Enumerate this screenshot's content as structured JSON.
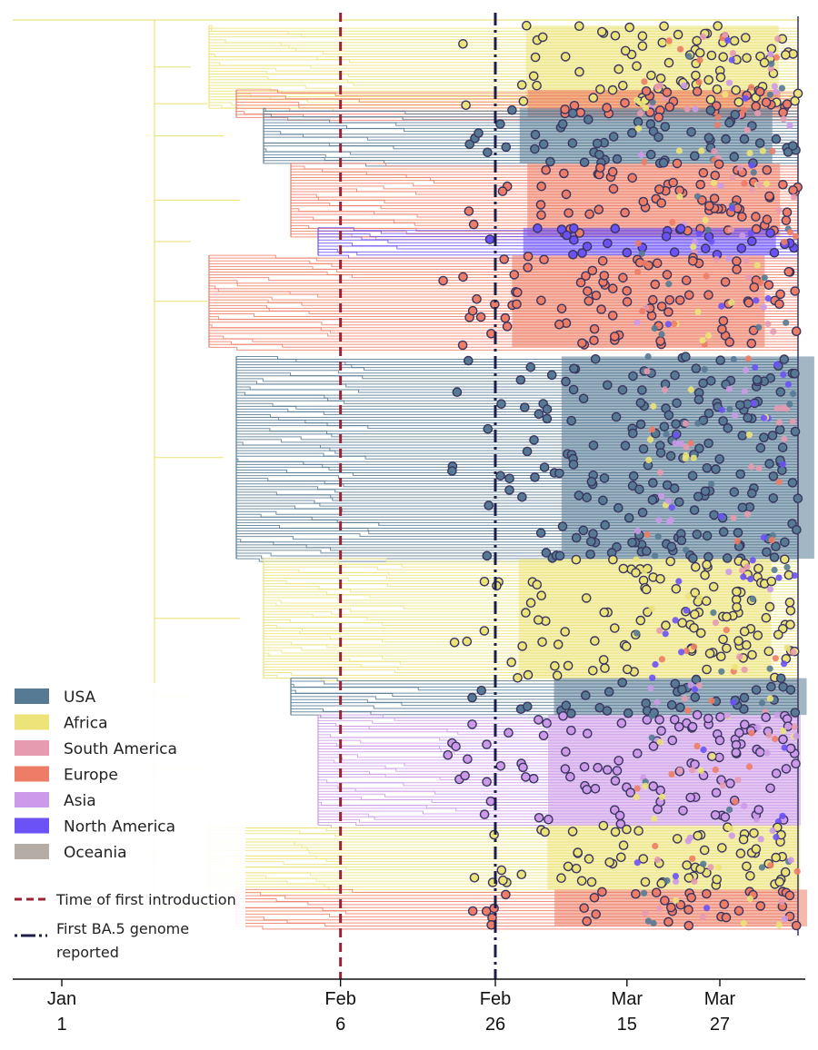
{
  "chart_data": {
    "type": "phylogenetic-tree",
    "x_axis": {
      "ticks": [
        {
          "line1": "Jan",
          "line2": "1",
          "day": 0
        },
        {
          "line1": "Feb",
          "line2": "6",
          "day": 36
        },
        {
          "line1": "Feb",
          "line2": "26",
          "day": 56
        },
        {
          "line1": "Mar",
          "line2": "15",
          "day": 73
        },
        {
          "line1": "Mar",
          "line2": "27",
          "day": 85
        }
      ]
    },
    "reference_lines": [
      {
        "label": "Time of first introduction",
        "tick": "Feb 6",
        "style": "dashed",
        "color": "#9b2335"
      },
      {
        "label_line1": "First BA.5 genome",
        "label_line2": "reported",
        "tick": "Feb 26",
        "style": "dash-dot",
        "color": "#1c1f4a"
      }
    ],
    "legend": {
      "position": "bottom-left",
      "entries": [
        {
          "name": "USA",
          "color": "#567a94"
        },
        {
          "name": "Africa",
          "color": "#ece379"
        },
        {
          "name": "South America",
          "color": "#e79bb0"
        },
        {
          "name": "Europe",
          "color": "#ed7d66"
        },
        {
          "name": "Asia",
          "color": "#cc9ae8"
        },
        {
          "name": "North America",
          "color": "#6b52f7"
        },
        {
          "name": "Oceania",
          "color": "#b4aca5"
        }
      ]
    },
    "clades": [
      {
        "region": "Africa",
        "top_pct": 1,
        "bottom_pct": 10
      },
      {
        "region": "Europe",
        "top_pct": 8,
        "bottom_pct": 11
      },
      {
        "region": "USA",
        "top_pct": 10,
        "bottom_pct": 16
      },
      {
        "region": "Europe",
        "top_pct": 16,
        "bottom_pct": 24
      },
      {
        "region": "North America",
        "top_pct": 23,
        "bottom_pct": 26
      },
      {
        "region": "Europe",
        "top_pct": 26,
        "bottom_pct": 36
      },
      {
        "region": "USA",
        "top_pct": 37,
        "bottom_pct": 59
      },
      {
        "region": "Africa",
        "top_pct": 59,
        "bottom_pct": 72
      },
      {
        "region": "USA",
        "top_pct": 72,
        "bottom_pct": 76
      },
      {
        "region": "Asia",
        "top_pct": 76,
        "bottom_pct": 88
      },
      {
        "region": "Africa",
        "top_pct": 88,
        "bottom_pct": 95
      },
      {
        "region": "Europe",
        "top_pct": 95,
        "bottom_pct": 99
      }
    ]
  }
}
